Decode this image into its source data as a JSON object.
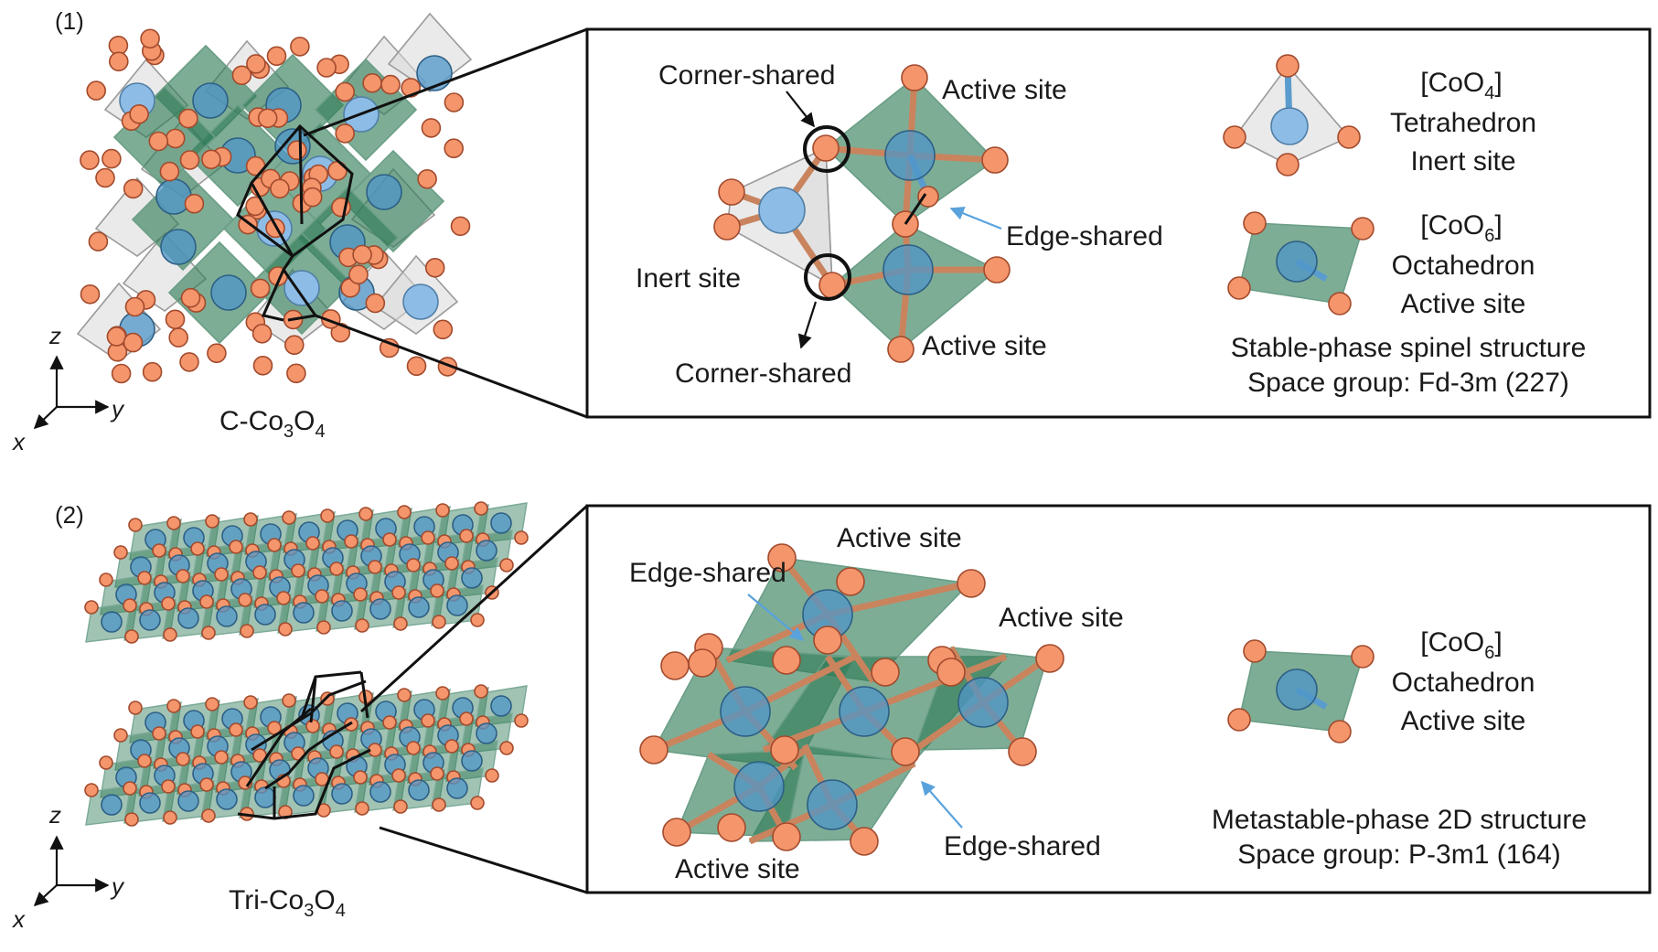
{
  "panel1": {
    "tag": "(1)",
    "crystal_label_main": "C-Co",
    "crystal_label_sub3": "3",
    "crystal_label_o": "O",
    "crystal_label_sub4": "4",
    "axes": {
      "z": "z",
      "y": "y",
      "x": "x"
    },
    "zoom": {
      "corner_shared_top": "Corner-shared",
      "corner_shared_bottom": "Corner-shared",
      "active_site_top": "Active site",
      "active_site_bottom": "Active site",
      "inert_site": "Inert site",
      "edge_shared": "Edge-shared"
    },
    "legend": {
      "tet_formula_a": "[CoO",
      "tet_formula_sub": "4",
      "tet_formula_b": "]",
      "tet_name": "Tetrahedron",
      "tet_role": "Inert site",
      "oct_formula_a": "[CoO",
      "oct_formula_sub": "6",
      "oct_formula_b": "]",
      "oct_name": "Octahedron",
      "oct_role": "Active site",
      "structure": "Stable-phase spinel structure",
      "space_group": "Space group: Fd-3m (227)"
    }
  },
  "panel2": {
    "tag": "(2)",
    "crystal_label_main": "Tri-Co",
    "crystal_label_sub3": "3",
    "crystal_label_o": "O",
    "crystal_label_sub4": "4",
    "axes": {
      "z": "z",
      "y": "y",
      "x": "x"
    },
    "zoom": {
      "active_site_top": "Active site",
      "active_site_right": "Active site",
      "active_site_bottom": "Active site",
      "edge_shared_top": "Edge-shared",
      "edge_shared_bottom": "Edge-shared"
    },
    "legend": {
      "oct_formula_a": "[CoO",
      "oct_formula_sub": "6",
      "oct_formula_b": "]",
      "oct_name": "Octahedron",
      "oct_role": "Active site",
      "structure": "Metastable-phase 2D structure",
      "space_group": "Space group: P-3m1 (164)"
    }
  },
  "colors": {
    "oxygen": "#f4956c",
    "cobalt": "#4f96c8",
    "cobalt_inert": "#8dbde6",
    "octahedron": "#2f7a56",
    "tetrahedron": "#d9d9d9",
    "arrow_blue": "#5aa2dc"
  }
}
